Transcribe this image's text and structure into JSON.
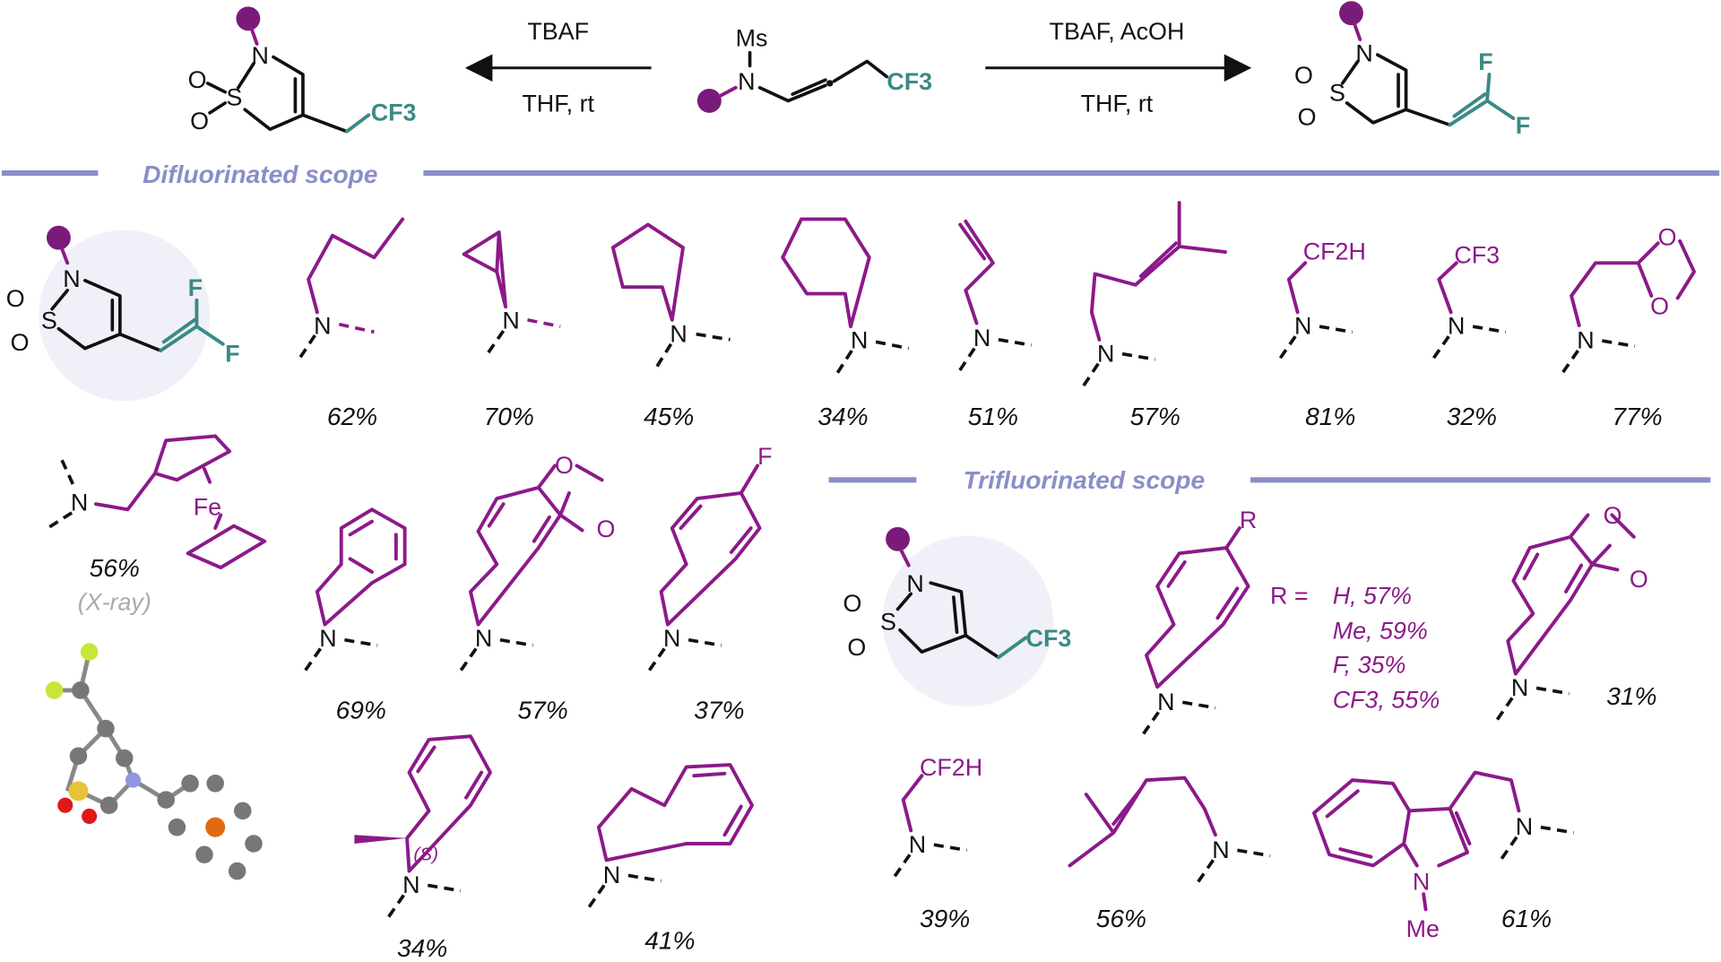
{
  "scheme": {
    "left_arrow": {
      "above": "TBAF",
      "below": "THF, rt"
    },
    "right_arrow": {
      "above": "TBAF, AcOH",
      "below": "THF, rt"
    },
    "start_material": {
      "ms": "Ms",
      "n": "N",
      "cf3": "CF3"
    }
  },
  "atoms": {
    "n": "N",
    "o": "O",
    "s": "S",
    "f": "F",
    "cf3": "CF3",
    "cf2h": "CF2H",
    "fe": "Fe",
    "me": "Me",
    "r": "R",
    "stereo": "(S)"
  },
  "sections": {
    "difluorinated": "Difluorinated scope",
    "trifluorinated": "Trifluorinated scope"
  },
  "difluorinated_yields": {
    "butyl": "62%",
    "cyclopropyl": "70%",
    "cyclopentyl": "45%",
    "cyclohexyl": "34%",
    "allyl": "51%",
    "prenyl": "57%",
    "difluoroethyl": "81%",
    "trifluoroethyl": "32%",
    "dioxolanylethyl": "77%",
    "ferrocenylmethyl": "56%",
    "xray_note": "(X-ray)",
    "benzyl": "69%",
    "benzodioxolylmethyl": "57%",
    "fluorobenzyl": "37%",
    "phenylethyl_s": "34%",
    "phenethyl": "41%"
  },
  "trifluorinated_yields": {
    "r_equals": "R =",
    "r_list": [
      "H, 57%",
      "Me, 59%",
      "F, 35%",
      "CF3, 55%"
    ],
    "benzodioxolylmethyl": "31%",
    "difluoroethyl": "39%",
    "homoprenyl": "56%",
    "tryptamine": "61%"
  },
  "colors": {
    "substituent": "#8b1a89",
    "fluoroalkyl": "#3b8a86",
    "section": "#8a8ec8"
  }
}
